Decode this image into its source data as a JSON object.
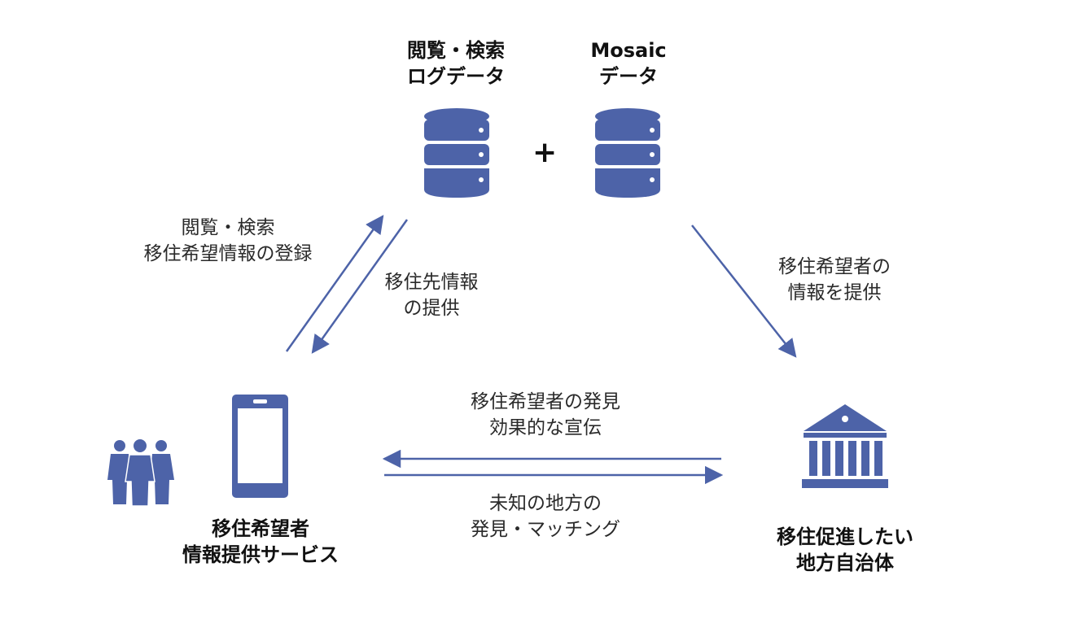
{
  "nodes": {
    "log_db": {
      "line1": "閲覧・検索",
      "line2": "ログデータ"
    },
    "mosaic_db": {
      "line1": "Mosaic",
      "line2": "データ"
    },
    "plus": "+",
    "service": {
      "line1": "移住希望者",
      "line2": "情報提供サービス"
    },
    "municipality": {
      "line1": "移住促進したい",
      "line2": "地方自治体"
    }
  },
  "edges": {
    "register": {
      "line1": "閲覧・検索",
      "line2": "移住希望情報の登録"
    },
    "provide_destination": {
      "line1": "移住先情報",
      "line2": "の提供"
    },
    "provide_applicant": {
      "line1": "移住希望者の",
      "line2": "情報を提供"
    },
    "promotion": {
      "line1": "移住希望者の発見",
      "line2": "効果的な宣伝"
    },
    "matching": {
      "line1": "未知の地方の",
      "line2": "発見・マッチング"
    }
  },
  "colors": {
    "icon": "#4d63a8",
    "arrow": "#4d63a8"
  },
  "icons": [
    "database-icon",
    "database-icon",
    "people-icon",
    "smartphone-icon",
    "government-building-icon"
  ]
}
